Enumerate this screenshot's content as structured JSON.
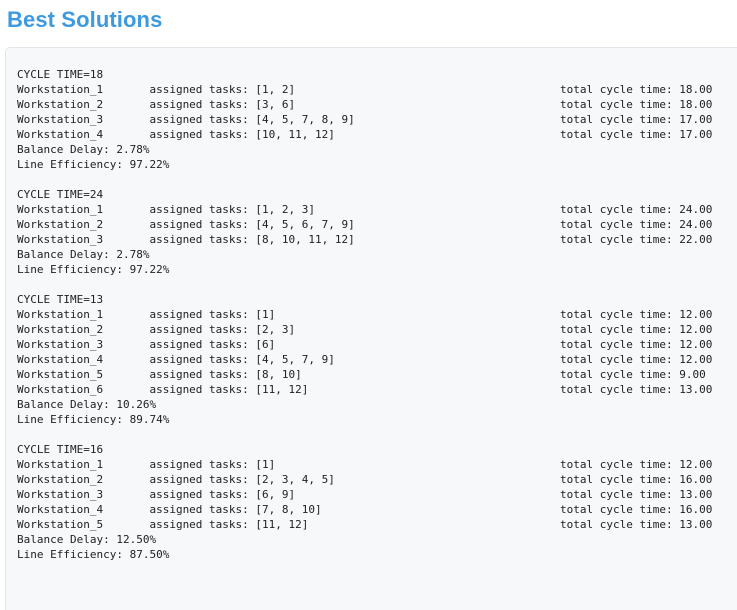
{
  "header": {
    "title": "Best Solutions",
    "title_color": "#3d9ae0"
  },
  "panel": {
    "background_color": "#f7f8fa",
    "border_color": "#e4e5ea",
    "text_color": "#202124"
  },
  "labels": {
    "cycle_time_prefix": "CYCLE TIME=",
    "assigned_tasks_label": "assigned tasks: ",
    "total_cycle_time_label": "total cycle time: ",
    "balance_delay_label": "Balance Delay: ",
    "line_efficiency_label": "Line Efficiency: "
  },
  "layout": {
    "workstation_col": 0,
    "tasks_col": 20,
    "total_col": 82
  },
  "solutions": [
    {
      "cycle_time": 18,
      "workstations": [
        {
          "name": "Workstation_1",
          "tasks": "[1, 2]",
          "total_cycle_time": "18.00"
        },
        {
          "name": "Workstation_2",
          "tasks": "[3, 6]",
          "total_cycle_time": "18.00"
        },
        {
          "name": "Workstation_3",
          "tasks": "[4, 5, 7, 8, 9]",
          "total_cycle_time": "17.00"
        },
        {
          "name": "Workstation_4",
          "tasks": "[10, 11, 12]",
          "total_cycle_time": "17.00"
        }
      ],
      "balance_delay": "2.78%",
      "line_efficiency": "97.22%"
    },
    {
      "cycle_time": 24,
      "workstations": [
        {
          "name": "Workstation_1",
          "tasks": "[1, 2, 3]",
          "total_cycle_time": "24.00"
        },
        {
          "name": "Workstation_2",
          "tasks": "[4, 5, 6, 7, 9]",
          "total_cycle_time": "24.00"
        },
        {
          "name": "Workstation_3",
          "tasks": "[8, 10, 11, 12]",
          "total_cycle_time": "22.00"
        }
      ],
      "balance_delay": "2.78%",
      "line_efficiency": "97.22%"
    },
    {
      "cycle_time": 13,
      "workstations": [
        {
          "name": "Workstation_1",
          "tasks": "[1]",
          "total_cycle_time": "12.00"
        },
        {
          "name": "Workstation_2",
          "tasks": "[2, 3]",
          "total_cycle_time": "12.00"
        },
        {
          "name": "Workstation_3",
          "tasks": "[6]",
          "total_cycle_time": "12.00"
        },
        {
          "name": "Workstation_4",
          "tasks": "[4, 5, 7, 9]",
          "total_cycle_time": "12.00"
        },
        {
          "name": "Workstation_5",
          "tasks": "[8, 10]",
          "total_cycle_time": "9.00"
        },
        {
          "name": "Workstation_6",
          "tasks": "[11, 12]",
          "total_cycle_time": "13.00"
        }
      ],
      "balance_delay": "10.26%",
      "line_efficiency": "89.74%"
    },
    {
      "cycle_time": 16,
      "workstations": [
        {
          "name": "Workstation_1",
          "tasks": "[1]",
          "total_cycle_time": "12.00"
        },
        {
          "name": "Workstation_2",
          "tasks": "[2, 3, 4, 5]",
          "total_cycle_time": "16.00"
        },
        {
          "name": "Workstation_3",
          "tasks": "[6, 9]",
          "total_cycle_time": "13.00"
        },
        {
          "name": "Workstation_4",
          "tasks": "[7, 8, 10]",
          "total_cycle_time": "16.00"
        },
        {
          "name": "Workstation_5",
          "tasks": "[11, 12]",
          "total_cycle_time": "13.00"
        }
      ],
      "balance_delay": "12.50%",
      "line_efficiency": "87.50%"
    }
  ]
}
